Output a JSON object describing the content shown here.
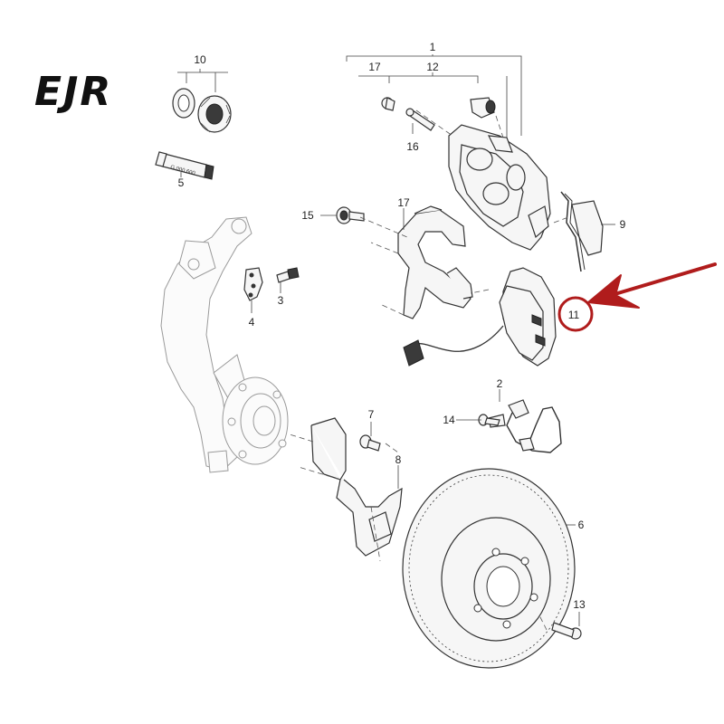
{
  "brand": {
    "text": "EJR"
  },
  "callouts": {
    "c1": "1",
    "c2": "2",
    "c3": "3",
    "c4": "4",
    "c5": "5",
    "c6": "6",
    "c7": "7",
    "c8": "8",
    "c9": "9",
    "c10": "10",
    "c11": "11",
    "c12": "12",
    "c13": "13",
    "c14": "14",
    "c15": "15",
    "c16": "16",
    "c17a": "17",
    "c17b": "17"
  },
  "grease_tube_text": "G 000 600",
  "colors": {
    "highlight": "#b01c1c",
    "line": "#333333",
    "ghost": "#a0a0a0"
  },
  "icons": [
    "highlight-arrow",
    "highlight-circle"
  ]
}
